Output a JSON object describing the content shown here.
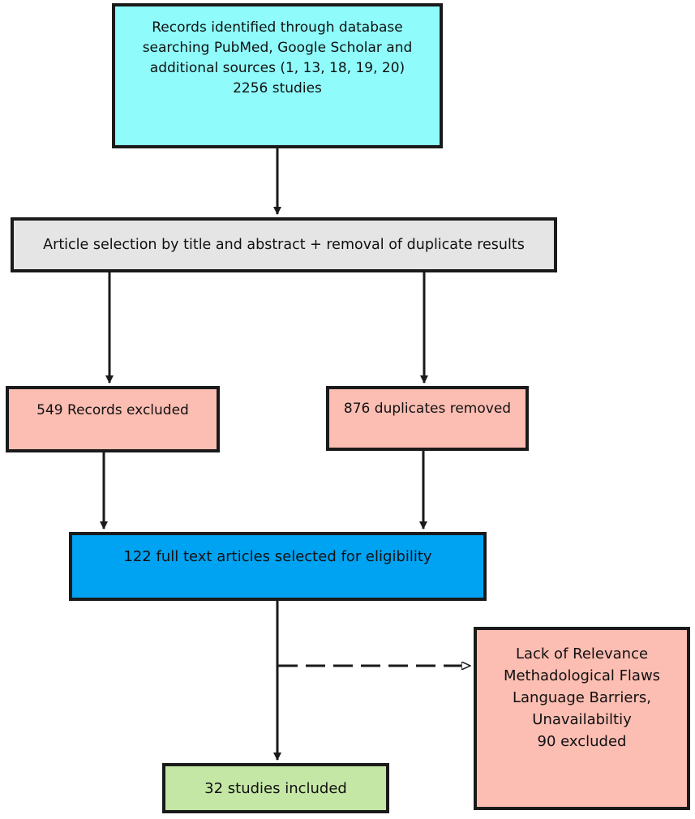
{
  "flow": {
    "records_identified": {
      "lines": [
        "Records identified through database",
        "searching PubMed, Google Scholar and",
        "additional sources (1, 13, 18, 19, 20)",
        "2256 studies"
      ]
    },
    "article_selection": {
      "label": "Article selection by title and abstract + removal of duplicate results"
    },
    "records_excluded": {
      "label": "549 Records excluded"
    },
    "duplicates_removed": {
      "label": "876 duplicates removed"
    },
    "full_text_selected": {
      "label": "122 full text articles selected for eligibility"
    },
    "exclusion_reasons": {
      "lines": [
        "Lack of Relevance",
        "Methadological Flaws",
        "Language Barriers,",
        "Unavailabiltiy",
        "90 excluded"
      ]
    },
    "studies_included": {
      "label": "32 studies included"
    }
  },
  "colors": {
    "records_box": "#8ffcfb",
    "selection_box": "#e5e5e5",
    "exclusion_boxes": "#fcbdb2",
    "eligibility_box": "#00a2f2",
    "included_box": "#c5e7a6",
    "border": "#1a1a1a"
  }
}
